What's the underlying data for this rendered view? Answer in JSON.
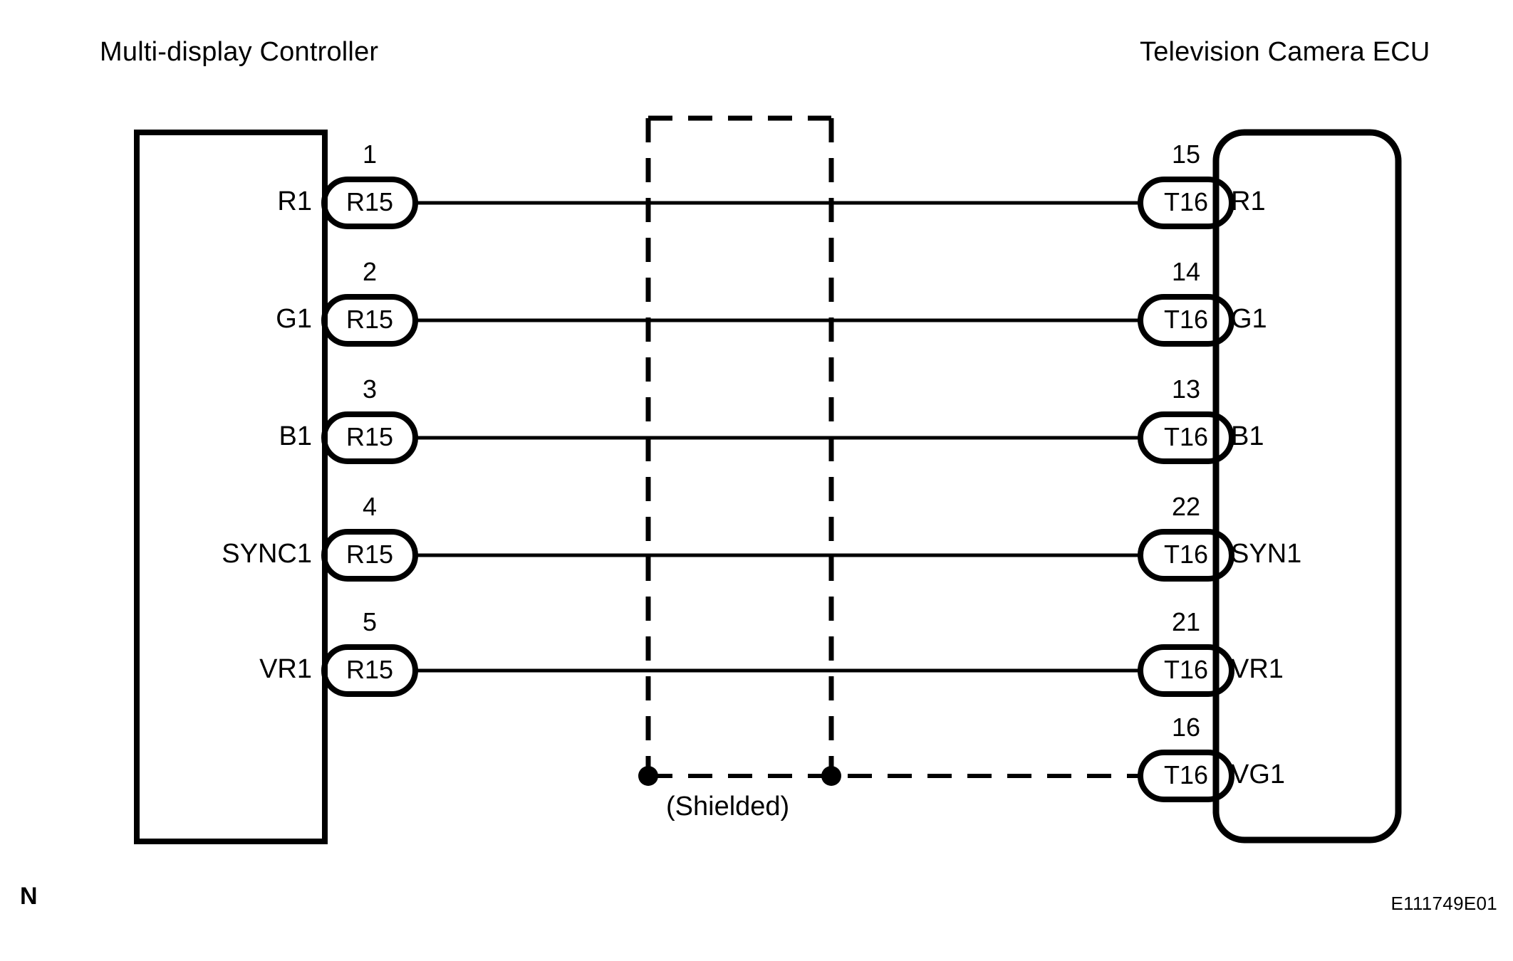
{
  "diagram": {
    "left_unit": {
      "title": "Multi-display Controller"
    },
    "right_unit": {
      "title": "Television Camera ECU"
    },
    "shield": {
      "label": "(Shielded)"
    },
    "corner_mark": "N",
    "figure_code": "E111749E01",
    "left_connector_code": "R15",
    "right_connector_code": "T16",
    "rows": [
      {
        "left_signal": "R1",
        "left_pin": "1",
        "left_connector": "R15",
        "right_pin": "15",
        "right_connector": "T16",
        "right_signal": "R1",
        "wire": "solid"
      },
      {
        "left_signal": "G1",
        "left_pin": "2",
        "left_connector": "R15",
        "right_pin": "14",
        "right_connector": "T16",
        "right_signal": "G1",
        "wire": "solid"
      },
      {
        "left_signal": "B1",
        "left_pin": "3",
        "left_connector": "R15",
        "right_pin": "13",
        "right_connector": "T16",
        "right_signal": "B1",
        "wire": "solid"
      },
      {
        "left_signal": "SYNC1",
        "left_pin": "4",
        "left_connector": "R15",
        "right_pin": "22",
        "right_connector": "T16",
        "right_signal": "SYN1",
        "wire": "solid"
      },
      {
        "left_signal": "VR1",
        "left_pin": "5",
        "left_connector": "R15",
        "right_pin": "21",
        "right_connector": "T16",
        "right_signal": "VR1",
        "wire": "solid"
      },
      {
        "left_signal": "",
        "left_pin": "",
        "left_connector": "",
        "right_pin": "16",
        "right_connector": "T16",
        "right_signal": "VG1",
        "wire": "dashed"
      }
    ],
    "colors": {
      "line": "#000000",
      "background": "#ffffff"
    }
  }
}
